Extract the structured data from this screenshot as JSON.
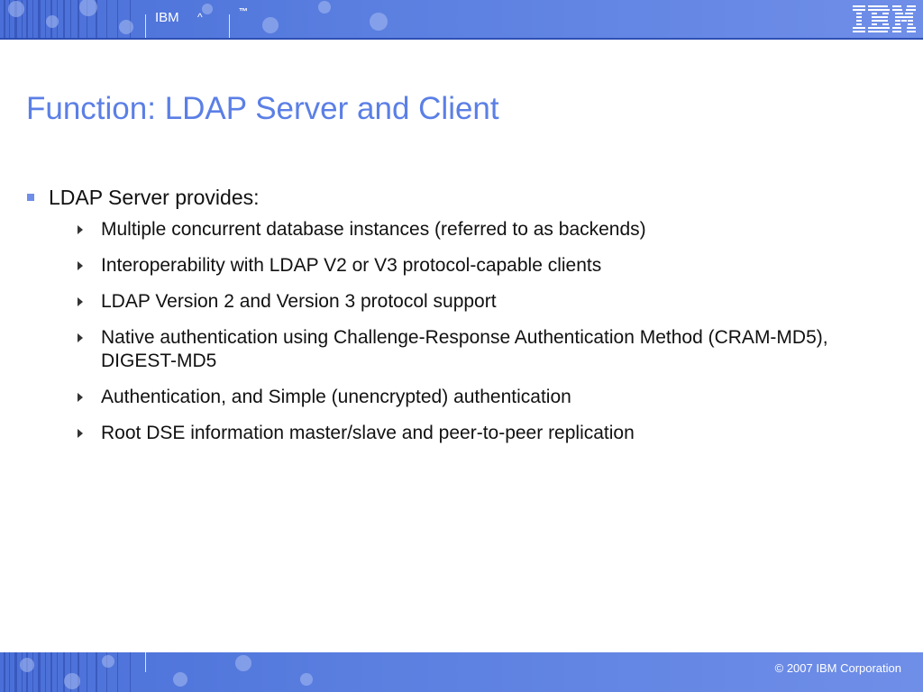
{
  "header": {
    "brand": "IBM",
    "caret": "^",
    "trademark": "™",
    "logo": "IBM"
  },
  "slide": {
    "title": "Function: LDAP Server and Client",
    "bullet": "LDAP Server provides:",
    "sub_bullets": [
      "Multiple concurrent database instances (referred to as backends)",
      "Interoperability with LDAP V2 or V3 protocol-capable clients",
      "LDAP Version 2 and Version 3 protocol support",
      "Native authentication using Challenge-Response Authentication Method (CRAM-MD5), DIGEST-MD5",
      "Authentication, and Simple (unencrypted) authentication",
      "Root DSE information master/slave and peer-to-peer replication"
    ]
  },
  "footer": {
    "copyright": "© 2007 IBM Corporation"
  },
  "colors": {
    "band": "#5a7fe0",
    "title": "#5b7fe6",
    "bullet_square": "#6f8ee8"
  }
}
